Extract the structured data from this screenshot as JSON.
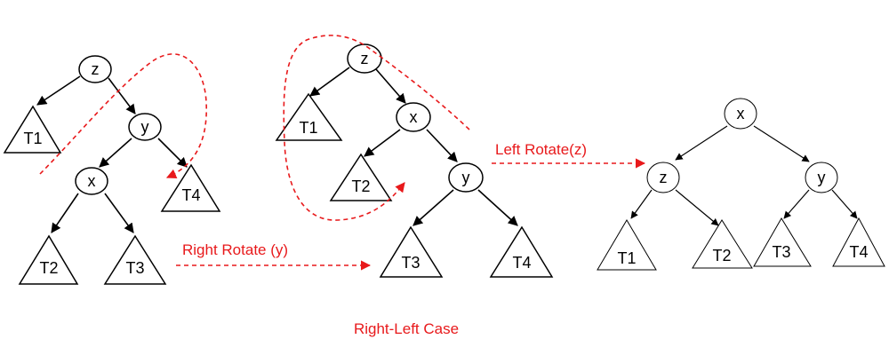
{
  "colors": {
    "accent": "#e8191b",
    "ink": "#000000"
  },
  "tree1": {
    "z": "z",
    "y": "y",
    "x": "x",
    "t1": "T1",
    "t2": "T2",
    "t3": "T3",
    "t4": "T4"
  },
  "tree2": {
    "z": "z",
    "x": "x",
    "y": "y",
    "t1": "T1",
    "t2": "T2",
    "t3": "T3",
    "t4": "T4"
  },
  "tree3": {
    "x": "x",
    "z": "z",
    "y": "y",
    "t1": "T1",
    "t2": "T2",
    "t3": "T3",
    "t4": "T4"
  },
  "labels": {
    "right_rotate": "Right Rotate (y)",
    "left_rotate": "Left Rotate(z)",
    "caption": "Right-Left Case"
  }
}
